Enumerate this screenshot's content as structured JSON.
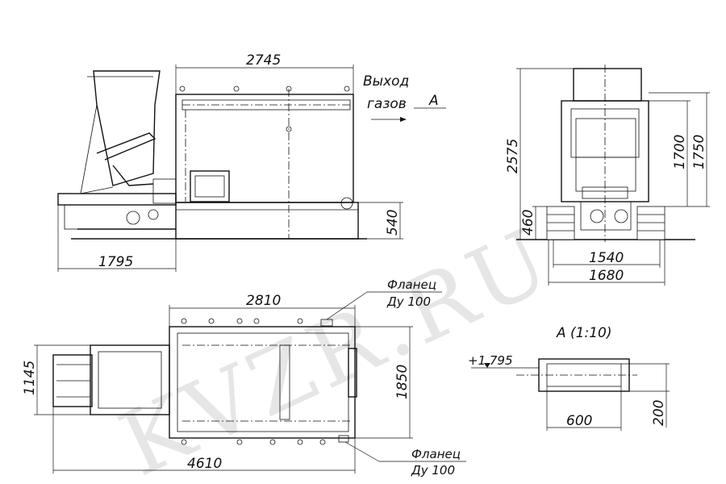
{
  "dimensions": {
    "front_width": "2745",
    "front_base": "1795",
    "front_height": "540",
    "side_total_height": "2575",
    "side_height_1": "1700",
    "side_height_2": "1750",
    "side_base_height": "460",
    "side_width_1": "1540",
    "side_width_2": "1680",
    "top_width": "2810",
    "top_total": "4610",
    "top_height_left": "1145",
    "top_height_right": "1850",
    "detail_elevation": "+1,795",
    "detail_width": "600",
    "detail_height": "200"
  },
  "labels": {
    "exit_line1": "Выход",
    "exit_line2": "газов",
    "view_marker": "А",
    "detail_title": "А (1:10)",
    "flange_top_1": "Фланец",
    "flange_top_2": "Ду 100",
    "flange_bottom_1": "Фланец",
    "flange_bottom_2": "Ду 100"
  },
  "watermark": "KVZR.RU"
}
